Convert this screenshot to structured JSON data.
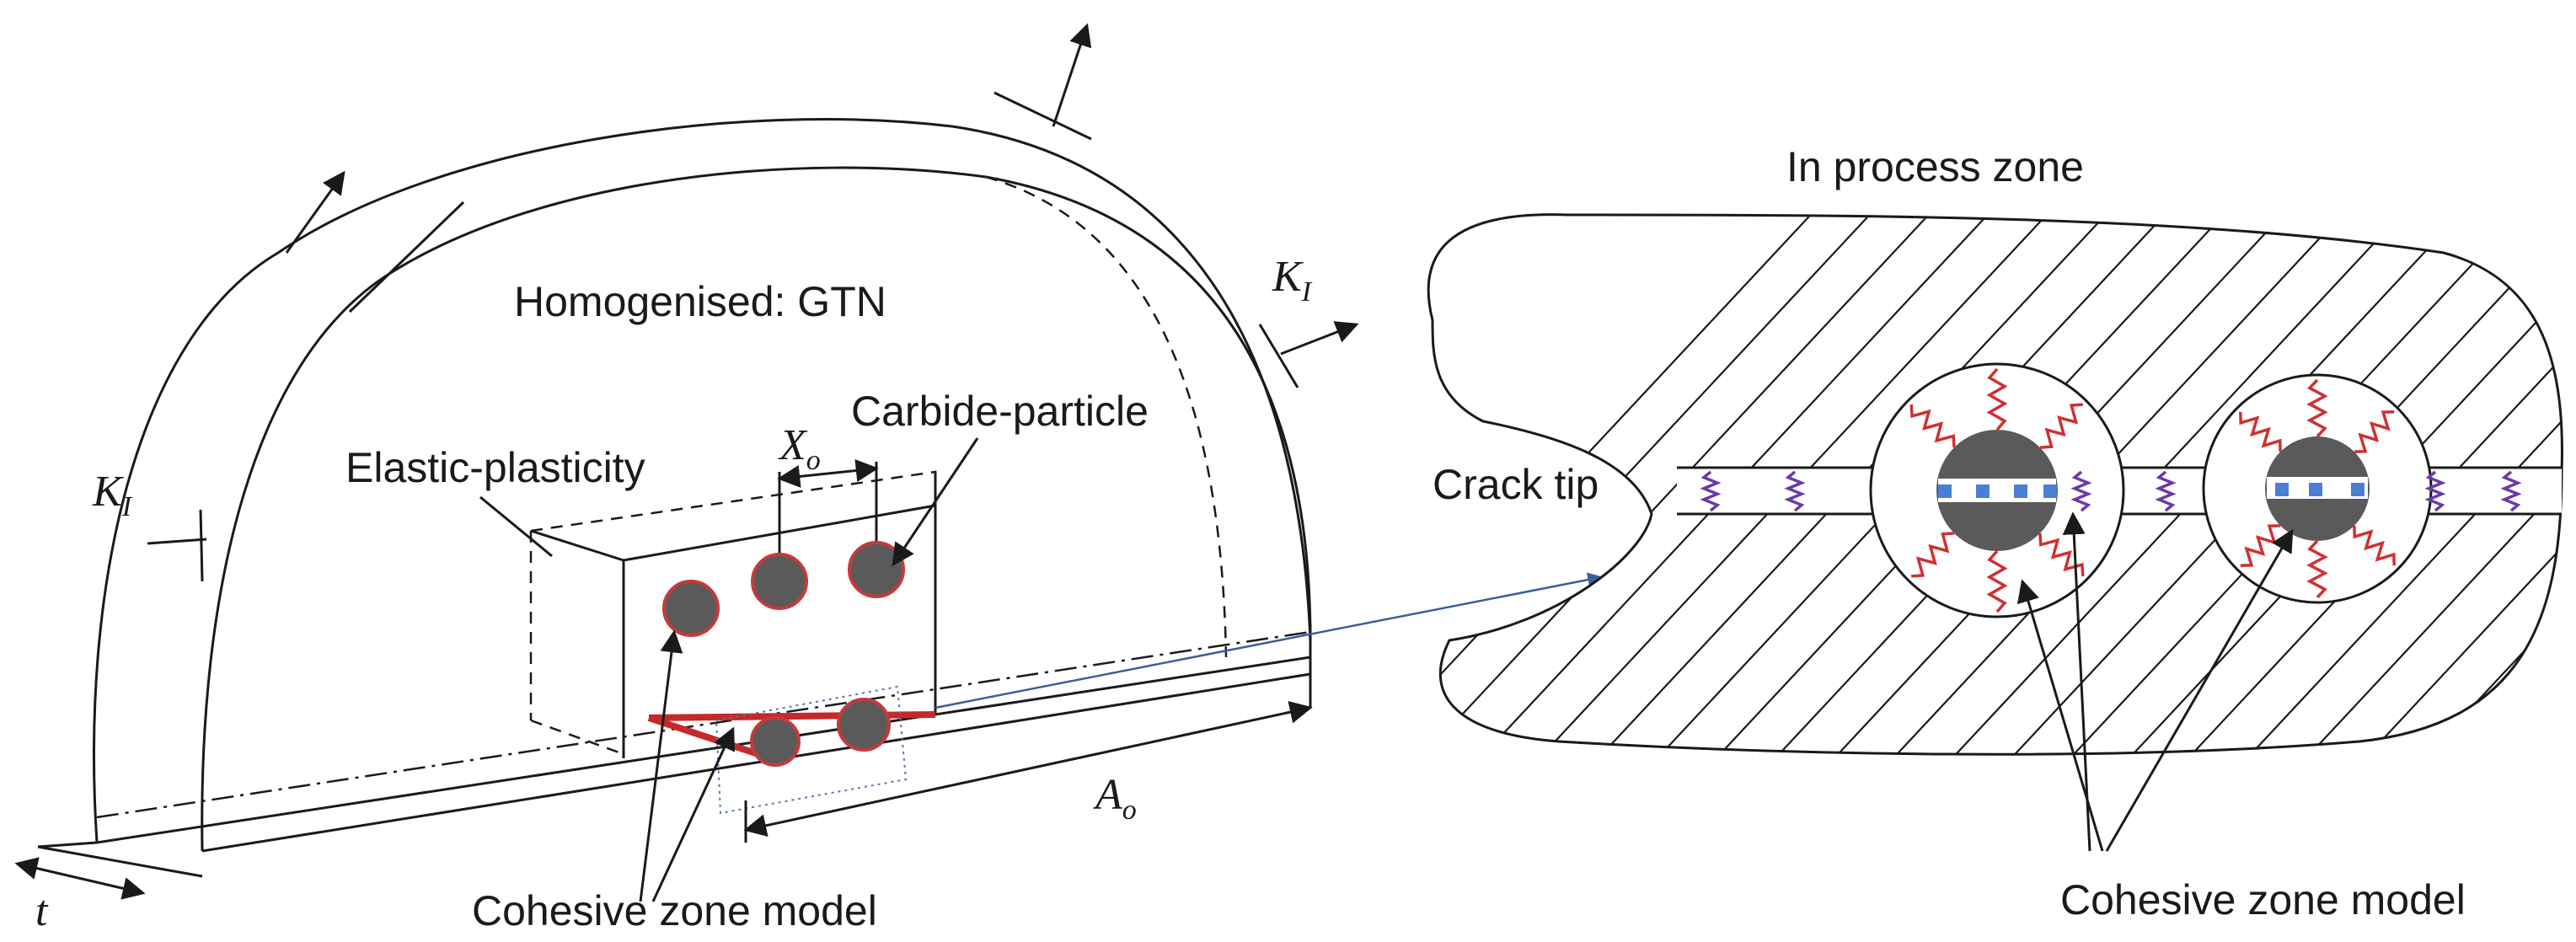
{
  "labels": {
    "homogenised": "Homogenised: GTN",
    "carbide": "Carbide-particle",
    "elastic": "Elastic-plasticity",
    "cohesive_left": "Cohesive zone model",
    "in_process": "In process  zone",
    "crack_tip": "Crack tip",
    "cohesive_right": "Cohesive zone model"
  },
  "symbols": {
    "k_left": "K",
    "k_left_sub": "I",
    "k_right": "K",
    "k_right_sub": "I",
    "x0": "X",
    "x0_sub": "o",
    "a0": "A",
    "a0_sub": "o",
    "t": "t"
  },
  "colors": {
    "particle_fill": "#5a5a5a",
    "particle_edge": "#c43a3a",
    "spring_purple": "#6a3aa8",
    "spring_red": "#d03030",
    "interface_blue": "#4b7fd6"
  }
}
